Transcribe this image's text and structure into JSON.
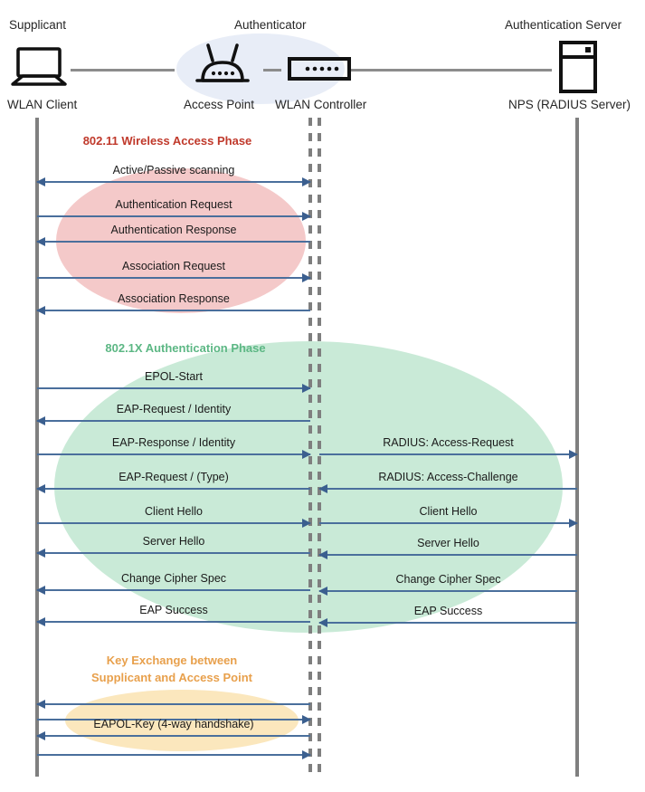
{
  "diagram": {
    "title": "802.1X / EAP-TLS WLAN authentication sequence",
    "colors": {
      "arrow": "#4a6f9c",
      "lifeline": "#7f7f7f",
      "phase_red": "#c0392b",
      "phase_green": "#5cb784",
      "phase_orange": "#e8a04c",
      "blob_red": "#f4c9c9",
      "blob_green": "#c9ead7",
      "blob_yellow": "#fbe7bd",
      "authenticator_ellipse": "#e8edf7"
    }
  },
  "actors": [
    {
      "role": "Supplicant",
      "name": "WLAN Client",
      "icon": "laptop-icon"
    },
    {
      "role": "Authenticator",
      "name": "Access Point",
      "icon": "access-point-icon"
    },
    {
      "role": "",
      "name": "WLAN Controller",
      "icon": "wlan-controller-icon"
    },
    {
      "role": "Authentication Server",
      "name": "NPS (RADIUS Server)",
      "icon": "server-icon"
    }
  ],
  "phases": [
    {
      "id": "wireless-access",
      "label": "802.11 Wireless Access Phase"
    },
    {
      "id": "dot1x-auth",
      "label": "802.1X Authentication Phase"
    },
    {
      "id": "key-exchange",
      "label_line1": "Key Exchange between",
      "label_line2": "Supplicant and Access Point"
    }
  ],
  "messages_left": [
    {
      "label": "Active/Passive scanning",
      "direction": "both",
      "phase": "wireless-access"
    },
    {
      "label": "Authentication Request",
      "direction": "right",
      "phase": "wireless-access"
    },
    {
      "label": "Authentication Response",
      "direction": "left",
      "phase": "wireless-access"
    },
    {
      "label": "Association Request",
      "direction": "right",
      "phase": "wireless-access"
    },
    {
      "label": "Association Response",
      "direction": "left",
      "phase": "wireless-access"
    },
    {
      "label": "EPOL-Start",
      "direction": "right",
      "phase": "dot1x-auth"
    },
    {
      "label": "EAP-Request / Identity",
      "direction": "left",
      "phase": "dot1x-auth"
    },
    {
      "label": "EAP-Response / Identity",
      "direction": "right",
      "phase": "dot1x-auth"
    },
    {
      "label": "EAP-Request / (Type)",
      "direction": "left",
      "phase": "dot1x-auth"
    },
    {
      "label": "Client Hello",
      "direction": "right",
      "phase": "dot1x-auth"
    },
    {
      "label": "Server Hello",
      "direction": "left",
      "phase": "dot1x-auth"
    },
    {
      "label": "Change Cipher Spec",
      "direction": "left",
      "phase": "dot1x-auth"
    },
    {
      "label": "EAP Success",
      "direction": "left",
      "phase": "dot1x-auth"
    },
    {
      "label": "",
      "direction": "left",
      "phase": "key-exchange"
    },
    {
      "label": "",
      "direction": "right",
      "phase": "key-exchange"
    },
    {
      "label": "EAPOL-Key (4-way handshake)",
      "direction": "left",
      "phase": "key-exchange"
    },
    {
      "label": "",
      "direction": "right",
      "phase": "key-exchange"
    }
  ],
  "messages_right": [
    {
      "label": "RADIUS: Access-Request",
      "direction": "right",
      "phase": "dot1x-auth"
    },
    {
      "label": "RADIUS: Access-Challenge",
      "direction": "left",
      "phase": "dot1x-auth"
    },
    {
      "label": "Client Hello",
      "direction": "right",
      "phase": "dot1x-auth"
    },
    {
      "label": "Server Hello",
      "direction": "left",
      "phase": "dot1x-auth"
    },
    {
      "label": "Change Cipher Spec",
      "direction": "left",
      "phase": "dot1x-auth"
    },
    {
      "label": "EAP Success",
      "direction": "left",
      "phase": "dot1x-auth"
    }
  ]
}
